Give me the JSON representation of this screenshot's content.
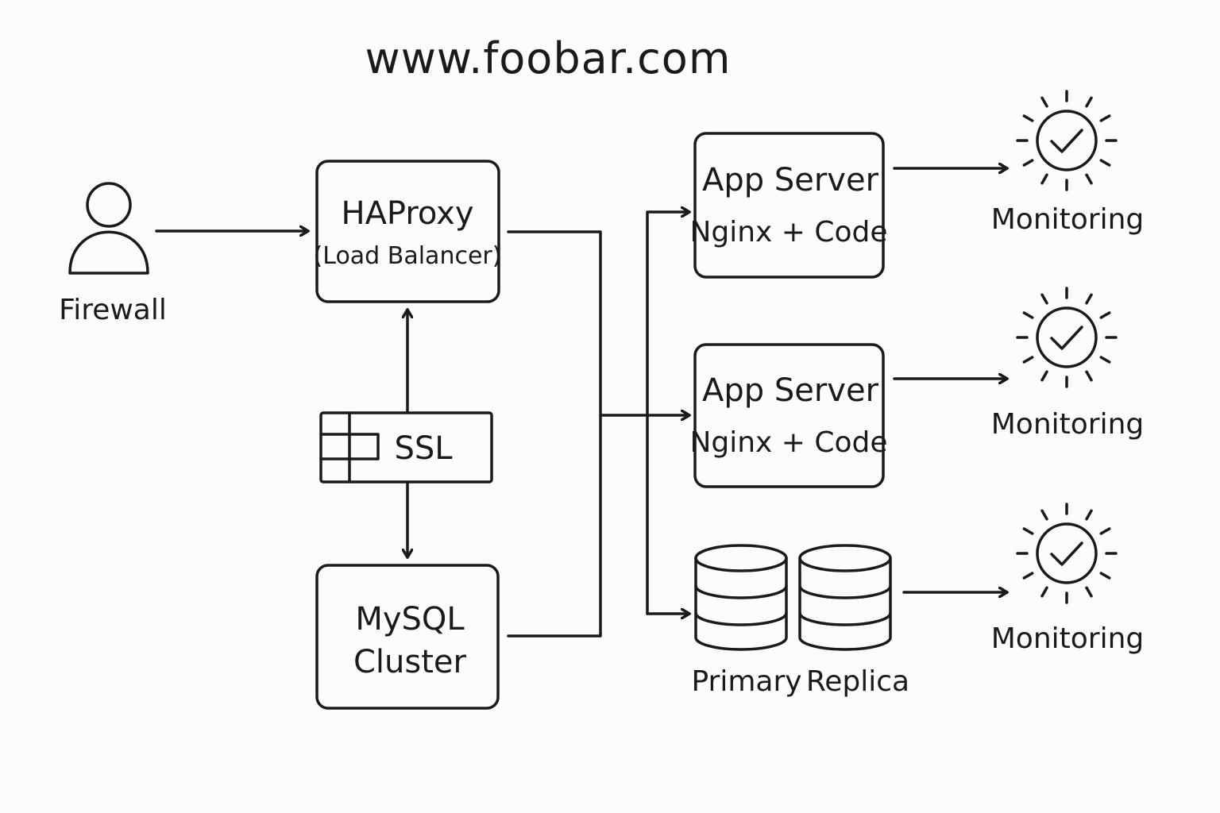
{
  "title": "www.foobar.com",
  "firewall": {
    "label": "Firewall",
    "icon": "user-icon"
  },
  "haproxy": {
    "line1": "HAProxy",
    "line2": "(Load Balancer)"
  },
  "ssl": {
    "label": "SSL",
    "icon": "certificate-icon"
  },
  "mysql": {
    "line1": "MySQL",
    "line2": "Cluster"
  },
  "app_servers": [
    {
      "line1": "App Server",
      "line2": "Nginx + Code"
    },
    {
      "line1": "App Server",
      "line2": "Nginx + Code"
    }
  ],
  "databases": {
    "primary": "Primary",
    "replica": "Replica",
    "icon": "database-icon"
  },
  "monitoring": [
    {
      "label": "Monitoring",
      "icon": "sun-check-icon"
    },
    {
      "label": "Monitoring",
      "icon": "sun-check-icon"
    },
    {
      "label": "Monitoring",
      "icon": "sun-check-icon"
    }
  ],
  "colors": {
    "ink": "#1a1a1a",
    "background": "#fcfcfc"
  }
}
